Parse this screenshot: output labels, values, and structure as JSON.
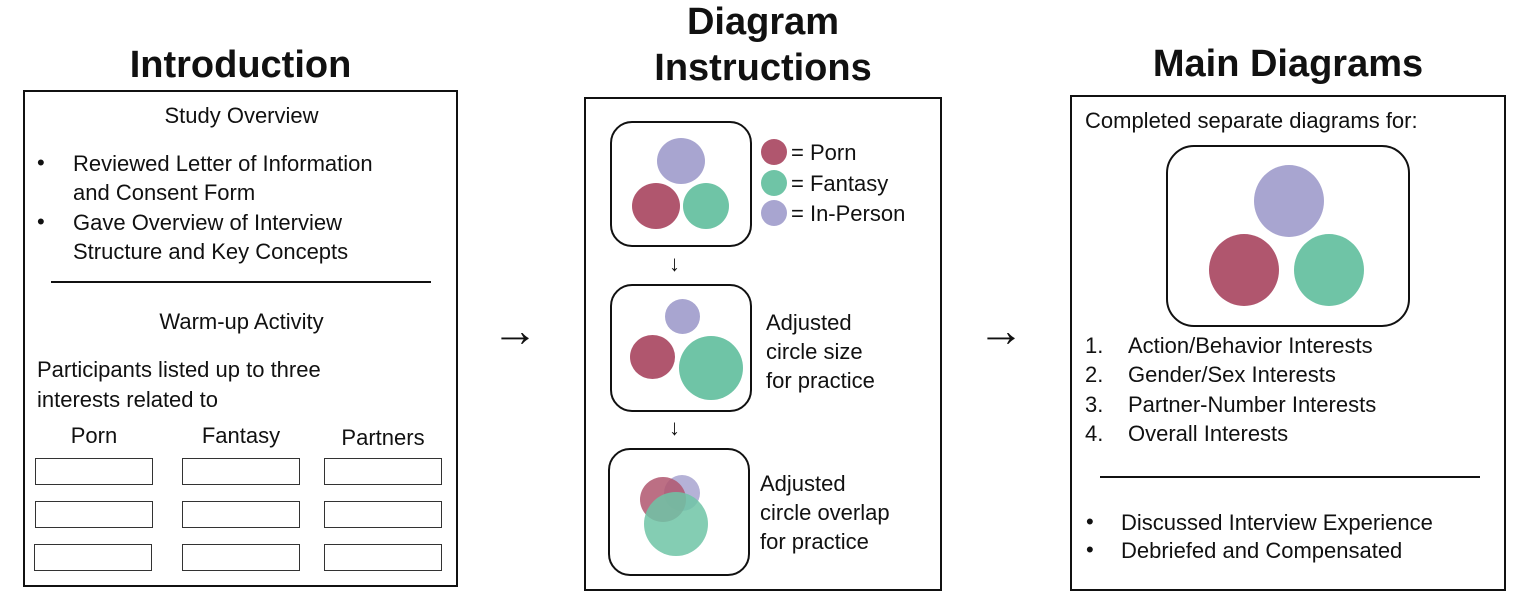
{
  "sections": {
    "introduction": {
      "title": "Introduction",
      "study_overview": {
        "heading": "Study Overview",
        "bullets": [
          {
            "line1": "Reviewed Letter of Information",
            "line2": "and Consent Form"
          },
          {
            "line1": "Gave Overview of Interview",
            "line2": "Structure and Key Concepts"
          }
        ]
      },
      "warmup": {
        "heading": "Warm-up Activity",
        "desc_line1": "Participants listed up to three",
        "desc_line2": "interests related to",
        "columns": [
          "Porn",
          "Fantasy",
          "Partners"
        ],
        "rows_per_column": 3
      }
    },
    "diagram_instructions": {
      "title_line1": "Diagram",
      "title_line2": "Instructions",
      "legend": [
        {
          "label": "= Porn",
          "color": "#b0566e"
        },
        {
          "label": "= Fantasy",
          "color": "#6fc4a6"
        },
        {
          "label": "= In-Person",
          "color": "#a8a5d0"
        }
      ],
      "step2": {
        "line1": "Adjusted",
        "line2": "circle size",
        "line3": "for practice"
      },
      "step3": {
        "line1": "Adjusted",
        "line2": "circle overlap",
        "line3": "for practice"
      }
    },
    "main_diagrams": {
      "title": "Main Diagrams",
      "intro": "Completed separate diagrams for:",
      "numbered": [
        {
          "num": "1.",
          "label": "Action/Behavior Interests"
        },
        {
          "num": "2.",
          "label": "Gender/Sex Interests"
        },
        {
          "num": "3.",
          "label": "Partner-Number Interests"
        },
        {
          "num": "4.",
          "label": "Overall Interests"
        }
      ],
      "bullets": [
        "Discussed Interview Experience",
        "Debriefed and Compensated"
      ]
    }
  },
  "flow_arrows": [
    "→",
    "→"
  ],
  "down_arrows": [
    "↓",
    "↓"
  ],
  "bullet_glyph": "•",
  "colors": {
    "porn": "#b0566e",
    "fantasy": "#6fc4a6",
    "in_person": "#a8a5d0"
  }
}
